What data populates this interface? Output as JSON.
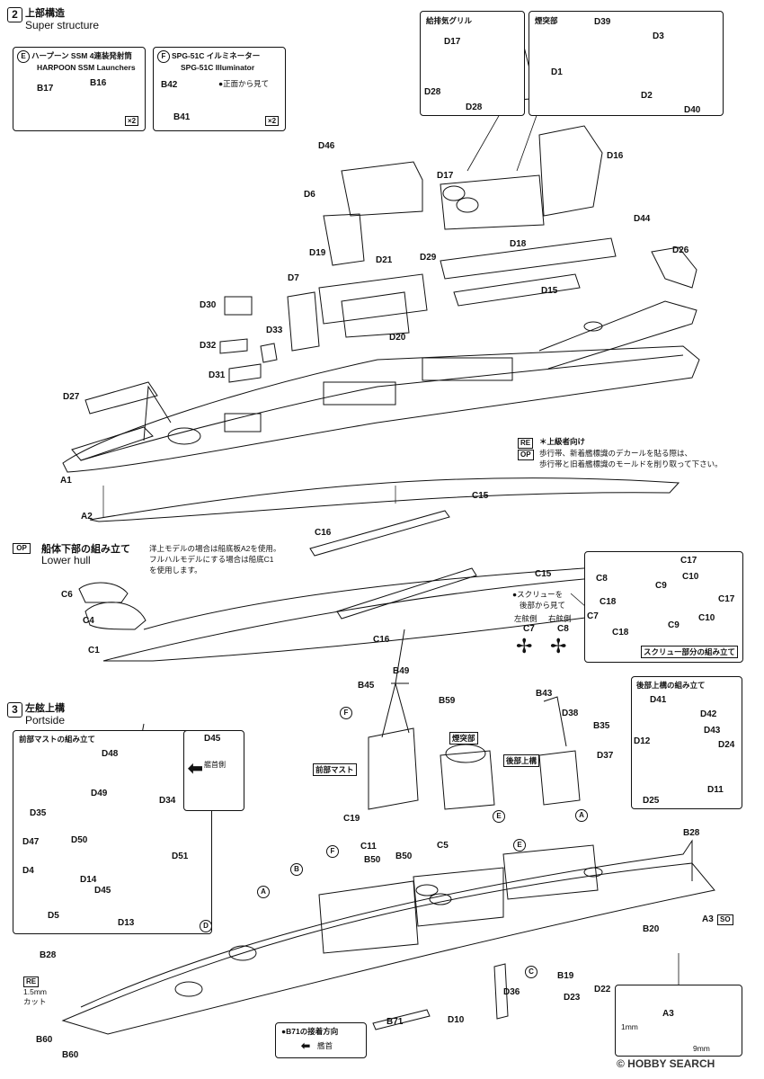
{
  "section2": {
    "num": "2",
    "jp": "上部構造",
    "en": "Super structure"
  },
  "harpoon": {
    "letter": "E",
    "jp": "ハープーン SSM 4連装発射筒",
    "en": "HARPOON SSM Launchers",
    "mult": "×2",
    "parts": [
      "B17",
      "B16"
    ]
  },
  "spg": {
    "letter": "F",
    "jp": "SPG-51C イルミネーター",
    "en": "SPG-51C Illuminator",
    "mult": "×2",
    "note": "●正面から見て",
    "parts": [
      "B42",
      "B41"
    ]
  },
  "grill_box": {
    "title": "給排気グリル",
    "parts": [
      "D17",
      "D28",
      "D28"
    ]
  },
  "funnel_box": {
    "title": "煙突部",
    "parts": [
      "D39",
      "D3",
      "D1",
      "D2",
      "D40"
    ]
  },
  "upper_parts": [
    "D46",
    "D16",
    "D6",
    "D17",
    "D44",
    "D19",
    "D18",
    "D26",
    "D21",
    "D29",
    "D7",
    "D15",
    "D30",
    "D33",
    "D20",
    "D32",
    "D31",
    "D27",
    "A1",
    "A2",
    "C15"
  ],
  "re_op_note": {
    "re": "RE",
    "op": "OP",
    "line1": "＊上級者向け",
    "line2": "歩行帯、新着艦標識のデカールを貼る際は、",
    "line3": "歩行帯と旧着艦標識のモールドを削り取って下さい。"
  },
  "lower_hull": {
    "tag": "OP",
    "jp": "船体下部の組み立て",
    "en": "Lower hull",
    "note1": "洋上モデルの場合は船底板A2を使用。",
    "note2": "フルハルモデルにする場合は船底C1",
    "note3": "を使用します。",
    "parts": [
      "C16",
      "C6",
      "C4",
      "C1",
      "C15",
      "C16"
    ]
  },
  "screw_note": {
    "line1": "●スクリューを",
    "line2": "後部から見て",
    "left": "左舷側",
    "right": "右舷側",
    "c7": "C7",
    "c8": "C8"
  },
  "screw_box": {
    "title": "スクリュー部分の組み立て",
    "parts": [
      "C17",
      "C8",
      "C10",
      "C9",
      "C18",
      "C17",
      "C7",
      "C10",
      "C9",
      "C18"
    ]
  },
  "section3": {
    "num": "3",
    "jp": "左舷上構",
    "en": "Portside"
  },
  "fore_mast_box": {
    "title": "前部マストの組み立て",
    "parts": [
      "D48",
      "D49",
      "D34",
      "D35",
      "D47",
      "D50",
      "D51",
      "D4",
      "D14",
      "D45",
      "D5",
      "D13"
    ]
  },
  "d45_box": {
    "label": "D45",
    "dir": "艦首側"
  },
  "port_labels": {
    "fore_mast": "前部マスト",
    "funnel": "煙突部",
    "aft": "後部上構"
  },
  "port_parts": [
    "B45",
    "B49",
    "B59",
    "B43",
    "D38",
    "B35",
    "D37",
    "C19",
    "C11",
    "B50",
    "C5",
    "B50",
    "D36",
    "D10",
    "B19",
    "D23",
    "D22",
    "B20",
    "B28",
    "A3",
    "B28",
    "B60",
    "B60",
    "B71"
  ],
  "aft_box": {
    "title": "後部上構の組み立て",
    "parts": [
      "D41",
      "D42",
      "D43",
      "D12",
      "D24",
      "D25",
      "D11"
    ]
  },
  "cut_note": {
    "re": "RE",
    "line1": "1.5mm",
    "line2": "カット"
  },
  "so_tag": "SO",
  "b71_note": {
    "line1": "●B71の接着方向",
    "line2": "艦首"
  },
  "a3_box": {
    "label": "A3",
    "d1": "1mm",
    "d2": "9mm"
  },
  "watermark": "© HOBBY SEARCH"
}
